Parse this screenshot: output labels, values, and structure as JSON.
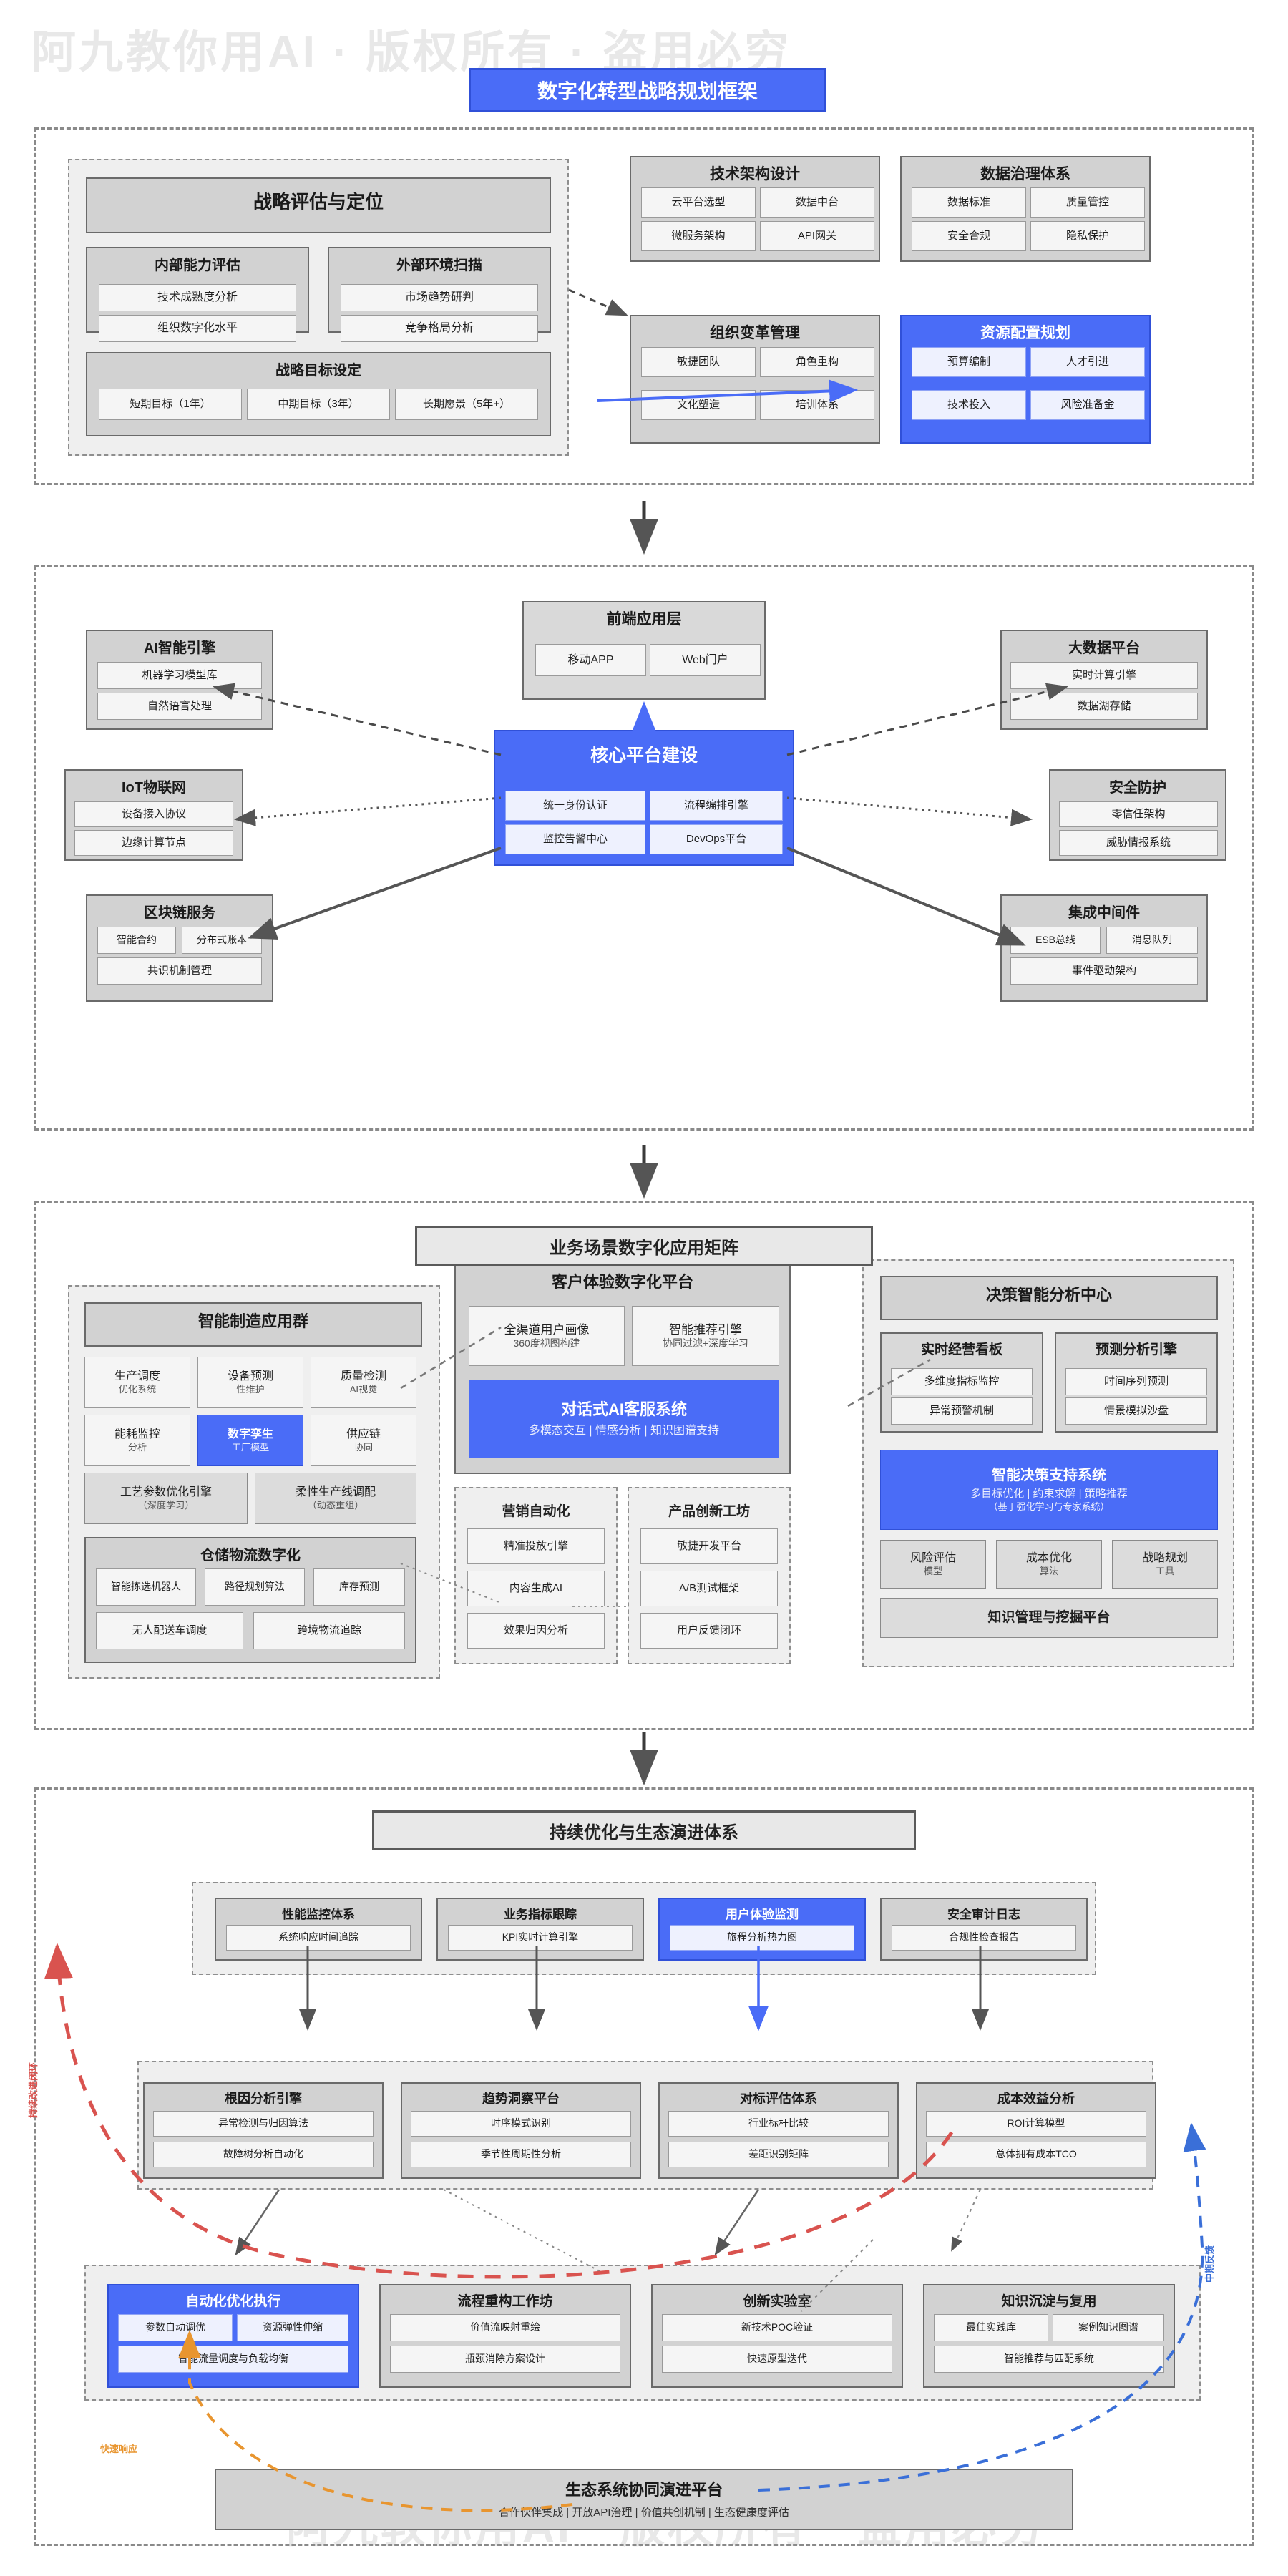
{
  "watermark": {
    "text": "阿九教你用AI · 版权所有 · 盗用必穷"
  },
  "title": {
    "label": "数字化转型战略规划框架"
  },
  "sections": [
    {
      "id": "s1",
      "strategy": {
        "title": "战略评估与定位",
        "internal": {
          "title": "内部能力评估",
          "items": [
            "技术成熟度分析",
            "组织数字化水平"
          ]
        },
        "external": {
          "title": "外部环境扫描",
          "items": [
            "市场趋势研判",
            "竞争格局分析"
          ]
        },
        "goals": {
          "title": "战略目标设定",
          "items": [
            "短期目标（1年）",
            "中期目标（3年）",
            "长期愿景（5年+）"
          ]
        }
      },
      "tech": {
        "title": "技术架构设计",
        "items": [
          "云平台选型",
          "数据中台",
          "微服务架构",
          "API网关"
        ]
      },
      "data": {
        "title": "数据治理体系",
        "items": [
          "数据标准",
          "质量管控",
          "安全合规",
          "隐私保护"
        ]
      },
      "org": {
        "title": "组织变革管理",
        "items": [
          "敏捷团队",
          "角色重构",
          "文化塑造",
          "培训体系"
        ]
      },
      "res": {
        "title": "资源配置规划",
        "highlight": true,
        "items": [
          "预算编制",
          "人才引进",
          "技术投入",
          "风险准备金"
        ]
      }
    },
    {
      "id": "s2",
      "ai": {
        "title": "AI智能引擎",
        "items": [
          "机器学习模型库",
          "自然语言处理"
        ]
      },
      "iot": {
        "title": "IoT物联网",
        "items": [
          "设备接入协议",
          "边缘计算节点"
        ]
      },
      "chain": {
        "title": "区块链服务",
        "items": [
          "智能合约",
          "分布式账本",
          "共识机制管理"
        ]
      },
      "frontend": {
        "title": "前端应用层",
        "items": [
          "移动APP",
          "Web门户"
        ]
      },
      "core": {
        "title": "核心平台建设",
        "highlight": true,
        "items": [
          "统一身份认证",
          "流程编排引擎",
          "监控告警中心",
          "DevOps平台"
        ]
      },
      "bigdata": {
        "title": "大数据平台",
        "items": [
          "实时计算引擎",
          "数据湖存储"
        ]
      },
      "security": {
        "title": "安全防护",
        "items": [
          "零信任架构",
          "威胁情报系统"
        ]
      },
      "middleware": {
        "title": "集成中间件",
        "items": [
          "ESB总线",
          "消息队列",
          "事件驱动架构"
        ]
      }
    },
    {
      "id": "s3",
      "title": "业务场景数字化应用矩阵",
      "manufacturing": {
        "title": "智能制造应用群",
        "tiles": [
          {
            "l1": "生产调度",
            "l2": "优化系统"
          },
          {
            "l1": "设备预测",
            "l2": "性维护"
          },
          {
            "l1": "质量检测",
            "l2": "AI视觉"
          },
          {
            "l1": "能耗监控",
            "l2": "分析"
          },
          {
            "l1": "数字孪生",
            "l2": "工厂模型",
            "highlight": true
          },
          {
            "l1": "供应链",
            "l2": "协同"
          }
        ],
        "wide": [
          {
            "l1": "工艺参数优化引擎",
            "l2": "（深度学习）"
          },
          {
            "l1": "柔性生产线调配",
            "l2": "（动态重组）"
          }
        ],
        "logistics": {
          "title": "仓储物流数字化",
          "row1": [
            "智能拣选机器人",
            "路径规划算法",
            "库存预测"
          ],
          "row2": [
            "无人配送车调度",
            "跨境物流追踪"
          ]
        }
      },
      "customer": {
        "title": "客户体验数字化平台",
        "tiles": [
          {
            "l1": "全渠道用户画像",
            "l2": "360度视图构建"
          },
          {
            "l1": "智能推荐引擎",
            "l2": "协同过滤+深度学习"
          }
        ],
        "highlight": {
          "l1": "对话式AI客服系统",
          "l2": "多模态交互 | 情感分析 | 知识图谱支持"
        },
        "marketing": {
          "title": "营销自动化",
          "items": [
            "精准投放引擎",
            "内容生成AI",
            "效果归因分析"
          ]
        },
        "product": {
          "title": "产品创新工坊",
          "items": [
            "敏捷开发平台",
            "A/B测试框架",
            "用户反馈闭环"
          ]
        }
      },
      "decision": {
        "title": "决策智能分析中心",
        "dash": {
          "title": "实时经营看板",
          "items": [
            "多维度指标监控",
            "异常预警机制"
          ]
        },
        "forecast": {
          "title": "预测分析引擎",
          "items": [
            "时间序列预测",
            "情景模拟沙盘"
          ]
        },
        "highlight": {
          "l1": "智能决策支持系统",
          "l2": "多目标优化 | 约束求解 | 策略推荐",
          "l3": "（基于强化学习与专家系统）"
        },
        "tiles": [
          {
            "l1": "风险评估",
            "l2": "模型"
          },
          {
            "l1": "成本优化",
            "l2": "算法"
          },
          {
            "l1": "战略规划",
            "l2": "工具"
          }
        ],
        "footer": "知识管理与挖掘平台"
      }
    },
    {
      "id": "s4",
      "title": "持续优化与生态演进体系",
      "monitor": [
        {
          "title": "性能监控体系",
          "item": "系统响应时间追踪"
        },
        {
          "title": "业务指标跟踪",
          "item": "KPI实时计算引擎"
        },
        {
          "title": "用户体验监测",
          "item": "旅程分析热力图",
          "highlight": true
        },
        {
          "title": "安全审计日志",
          "item": "合规性检查报告"
        }
      ],
      "analysis": [
        {
          "title": "根因分析引擎",
          "items": [
            "异常检测与归因算法",
            "故障树分析自动化"
          ]
        },
        {
          "title": "趋势洞察平台",
          "items": [
            "时序模式识别",
            "季节性周期性分析"
          ]
        },
        {
          "title": "对标评估体系",
          "items": [
            "行业标杆比较",
            "差距识别矩阵"
          ]
        },
        {
          "title": "成本效益分析",
          "items": [
            "ROI计算模型",
            "总体拥有成本TCO"
          ]
        }
      ],
      "execution": [
        {
          "title": "自动化优化执行",
          "highlight": true,
          "row1": [
            "参数自动调优",
            "资源弹性伸缩"
          ],
          "row2": [
            "智能流量调度与负载均衡"
          ]
        },
        {
          "title": "流程重构工作坊",
          "row1": [
            "价值流映射重绘"
          ],
          "row2": [
            "瓶颈消除方案设计"
          ]
        },
        {
          "title": "创新实验室",
          "row1": [
            "新技术POC验证"
          ],
          "row2": [
            "快速原型迭代"
          ]
        },
        {
          "title": "知识沉淀与复用",
          "row1": [
            "最佳实践库",
            "案例知识图谱"
          ],
          "row2": [
            "智能推荐与匹配系统"
          ]
        }
      ],
      "ecosystem": {
        "title": "生态系统协同演进平台",
        "subtitle": "合作伙伴集成 | 开放API治理 | 价值共创机制 | 生态健康度评估"
      },
      "loop_labels": [
        {
          "text": "持续改进闭环",
          "color": "#d9534f"
        },
        {
          "text": "快速响应"
        },
        {
          "text": "中期反馈",
          "color": "#3a6fd8"
        }
      ]
    }
  ],
  "colors": {
    "accent": "#4a6cf7",
    "accent_border": "#3050d8",
    "grey_fill": "#d2d2d2",
    "grey_border": "#6a6a6a",
    "leaf_fill": "#f5f5f5",
    "red_loop": "#d9534f",
    "orange_loop": "#e8952f",
    "blue_loop": "#3a6fd8"
  }
}
